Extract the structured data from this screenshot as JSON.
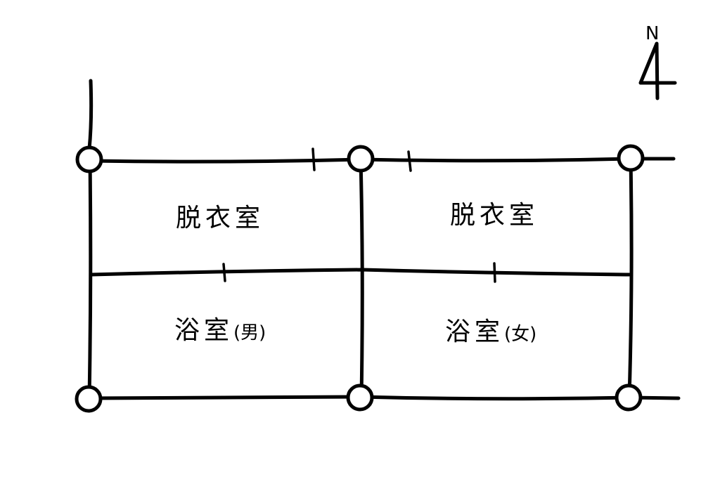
{
  "diagram": {
    "rooms": [
      {
        "id": "dressing-room-west",
        "name": "脱衣室",
        "suffix": ""
      },
      {
        "id": "dressing-room-east",
        "name": "脱衣室",
        "suffix": ""
      },
      {
        "id": "bathroom-men",
        "name": "浴室",
        "suffix": "(男)"
      },
      {
        "id": "bathroom-women",
        "name": "浴室",
        "suffix": "(女)"
      }
    ],
    "north_arrow": {
      "label": "N"
    },
    "colors": {
      "ink": "#000000",
      "paper": "#ffffff"
    }
  }
}
